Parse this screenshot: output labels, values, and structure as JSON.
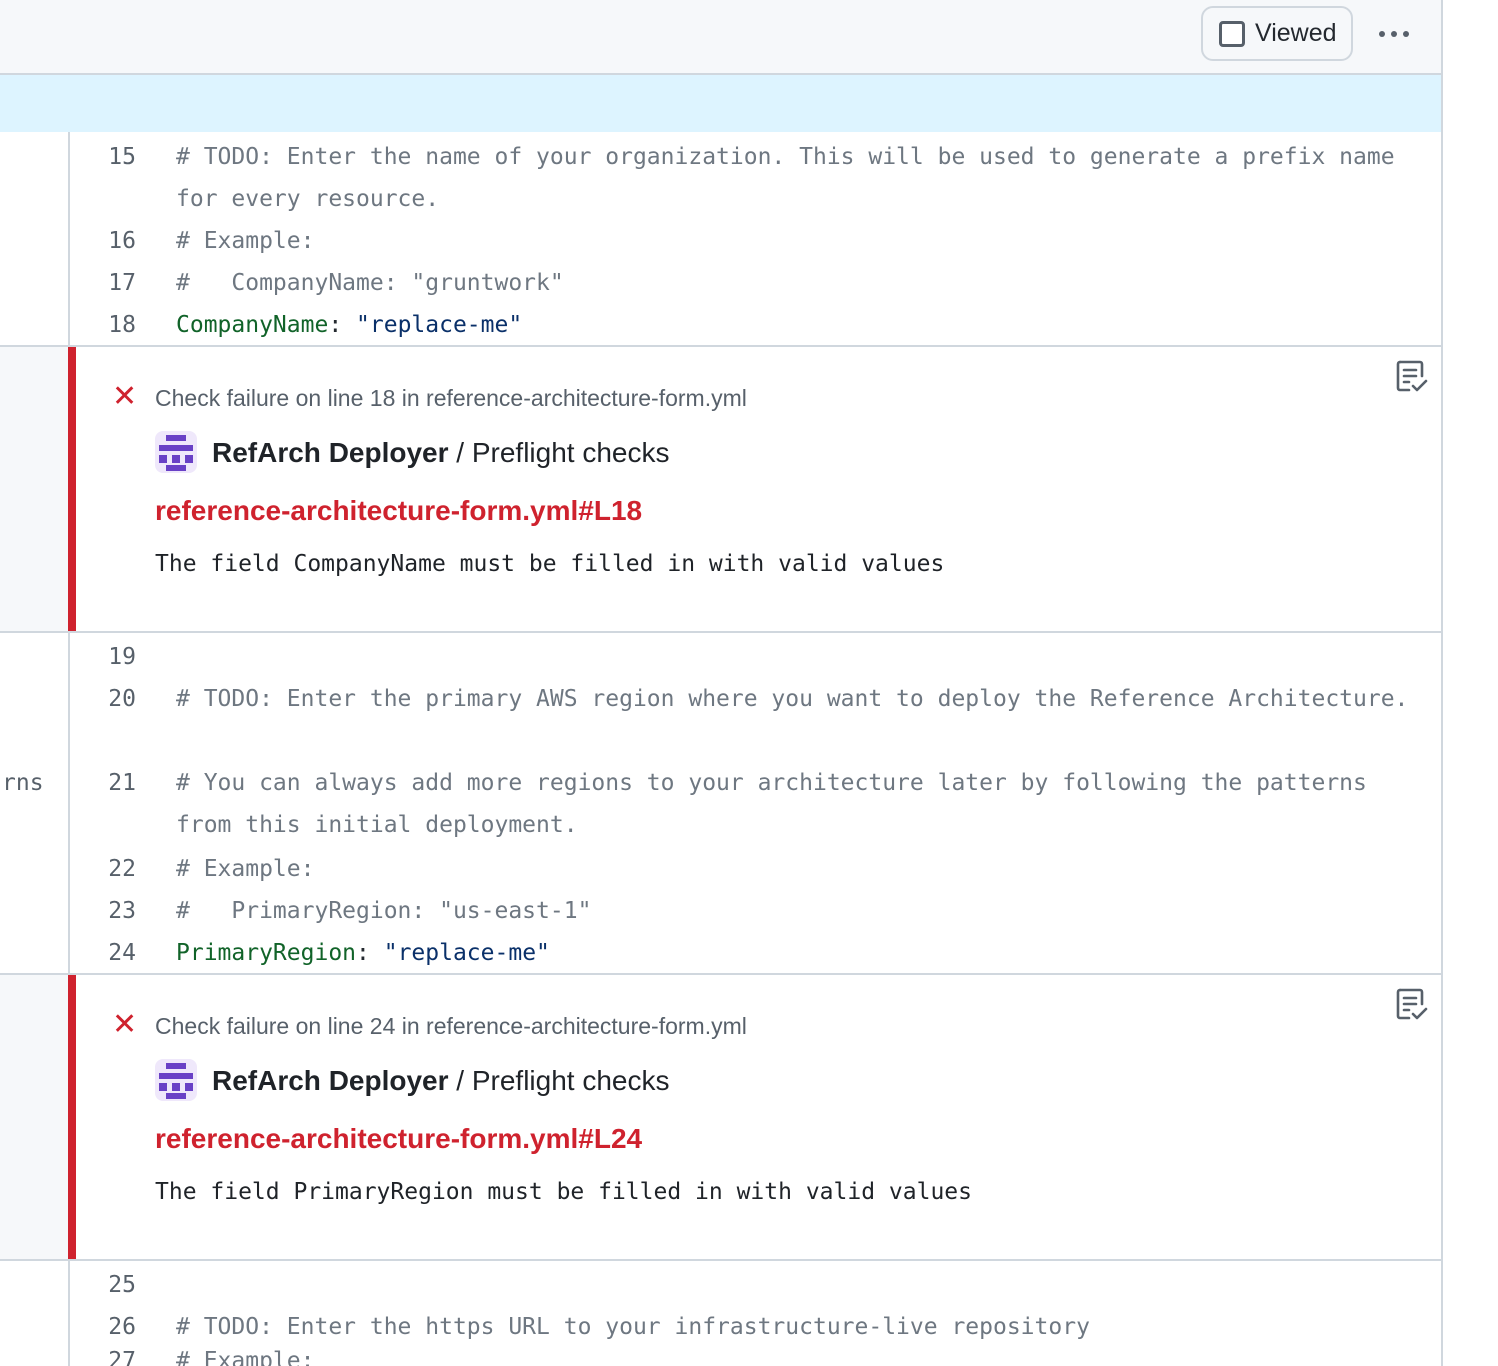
{
  "header": {
    "viewed_label": "Viewed"
  },
  "left_snippet": "rns",
  "code_blocks": [
    {
      "lines": [
        {
          "num": "15",
          "text": "# TODO: Enter the name of your organization. This will be used to generate a prefix name for every resource."
        },
        {
          "num": "16",
          "text": "# Example:"
        },
        {
          "num": "17",
          "text": "#   CompanyName: \"gruntwork\""
        },
        {
          "num": "18",
          "key": "CompanyName",
          "punc": ": ",
          "str": "\"replace-me\""
        }
      ]
    },
    {
      "lines": [
        {
          "num": "19",
          "text": ""
        },
        {
          "num": "20",
          "text": "# TODO: Enter the primary AWS region where you want to deploy the Reference Architecture."
        },
        {
          "num": "21",
          "text": "# You can always add more regions to your architecture later by following the patterns from this initial deployment."
        },
        {
          "num": "22",
          "text": "# Example:"
        },
        {
          "num": "23",
          "text": "#   PrimaryRegion: \"us-east-1\""
        },
        {
          "num": "24",
          "key": "PrimaryRegion",
          "punc": ": ",
          "str": "\"replace-me\""
        }
      ]
    },
    {
      "lines": [
        {
          "num": "25",
          "text": ""
        },
        {
          "num": "26",
          "text": "# TODO: Enter the https URL to your infrastructure-live repository"
        },
        {
          "num": "27",
          "text": "# Example:"
        }
      ]
    }
  ],
  "annotations": [
    {
      "title": "Check failure on line 18 in reference-architecture-form.yml",
      "app_name": "RefArch Deployer",
      "check_name": " / Preflight checks",
      "link": "reference-architecture-form.yml#L18",
      "message": "The field CompanyName must be filled in with valid values"
    },
    {
      "title": "Check failure on line 24 in reference-architecture-form.yml",
      "app_name": "RefArch Deployer",
      "check_name": " / Preflight checks",
      "link": "reference-architecture-form.yml#L24",
      "message": "The field PrimaryRegion must be filled in with valid values"
    }
  ],
  "icons": {
    "failure": "x-icon",
    "annotation_action": "checklist-icon",
    "more": "kebab-horizontal-icon"
  },
  "colors": {
    "failure": "#cf222e",
    "hunk_bg": "#ddf4ff",
    "yaml_key": "#116329",
    "yaml_string": "#0a3069",
    "comment": "#6e7781"
  }
}
